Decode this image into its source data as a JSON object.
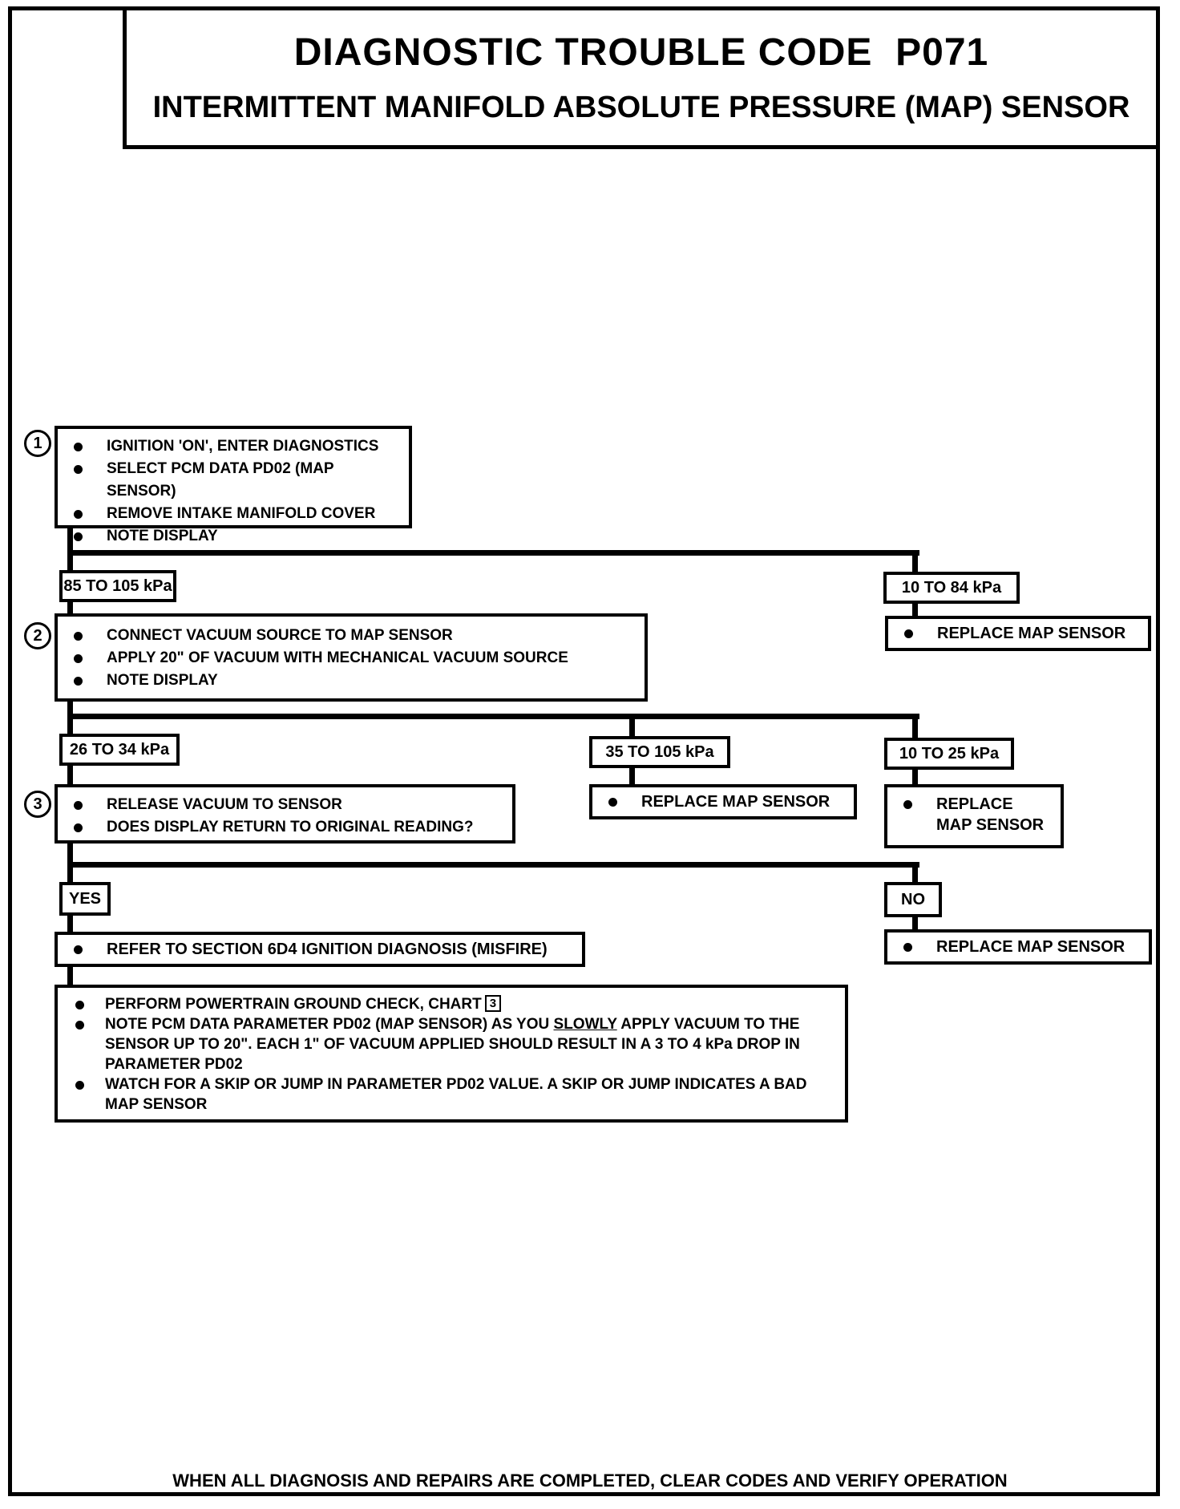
{
  "header": {
    "title": "DIAGNOSTIC TROUBLE CODE  P071",
    "subtitle": "INTERMITTENT MANIFOLD ABSOLUTE PRESSURE (MAP) SENSOR"
  },
  "steps": {
    "step1": {
      "num": "1",
      "bullets": [
        "IGNITION 'ON', ENTER DIAGNOSTICS",
        "SELECT PCM DATA PD02 (MAP SENSOR)",
        "REMOVE INTAKE MANIFOLD COVER",
        "NOTE DISPLAY"
      ]
    },
    "step2": {
      "num": "2",
      "bullets": [
        "CONNECT VACUUM SOURCE TO MAP SENSOR",
        "APPLY 20\" OF VACUUM WITH MECHANICAL VACUUM SOURCE",
        "NOTE DISPLAY"
      ]
    },
    "step3": {
      "num": "3",
      "bullets": [
        "RELEASE VACUUM TO SENSOR",
        "DOES DISPLAY RETURN TO ORIGINAL READING?"
      ]
    }
  },
  "branches": {
    "range_85_105": "85 TO 105 kPa",
    "range_10_84": "10 TO 84 kPa",
    "range_26_34": "26 TO 34 kPa",
    "range_35_105": "35 TO 105 kPa",
    "range_10_25": "10 TO 25 kPa",
    "yes": "YES",
    "no": "NO"
  },
  "actions": {
    "replace_map_sensor": "REPLACE MAP SENSOR",
    "replace_line1": "REPLACE",
    "replace_line2": "MAP SENSOR",
    "refer_ignition": "REFER TO SECTION 6D4 IGNITION DIAGNOSIS (MISFIRE)"
  },
  "final_box": {
    "b0_pre": "PERFORM POWERTRAIN GROUND CHECK, CHART",
    "b0_boxed": "3",
    "b1_pre": "NOTE PCM DATA PARAMETER PD02 (MAP SENSOR) AS YOU",
    "b1_emph": "SLOWLY",
    "b1_post": "APPLY VACUUM TO THE SENSOR UP TO 20\".  EACH 1\" OF VACUUM APPLIED SHOULD RESULT IN A 3 TO 4 kPa DROP IN PARAMETER PD02",
    "b2": "WATCH FOR A SKIP OR JUMP IN PARAMETER PD02 VALUE. A SKIP OR JUMP INDICATES A BAD MAP SENSOR"
  },
  "footer": "WHEN ALL DIAGNOSIS AND REPAIRS ARE COMPLETED, CLEAR CODES AND VERIFY OPERATION"
}
